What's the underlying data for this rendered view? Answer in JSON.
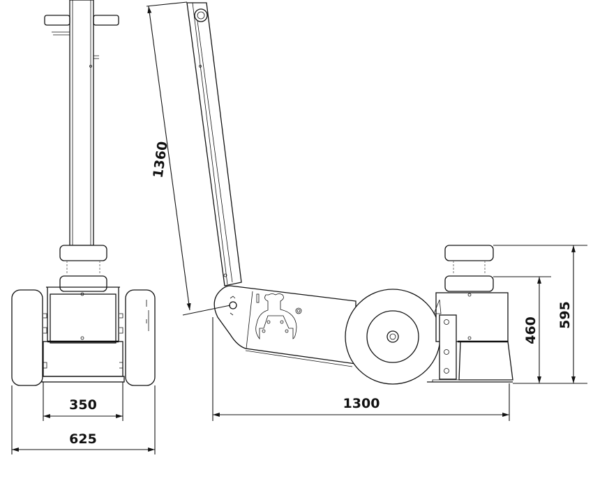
{
  "dimensions": {
    "handle_length": "1360",
    "max_height": "595",
    "min_height": "460",
    "overall_length": "1300",
    "wheel_track_inner": "350",
    "overall_width": "625"
  }
}
